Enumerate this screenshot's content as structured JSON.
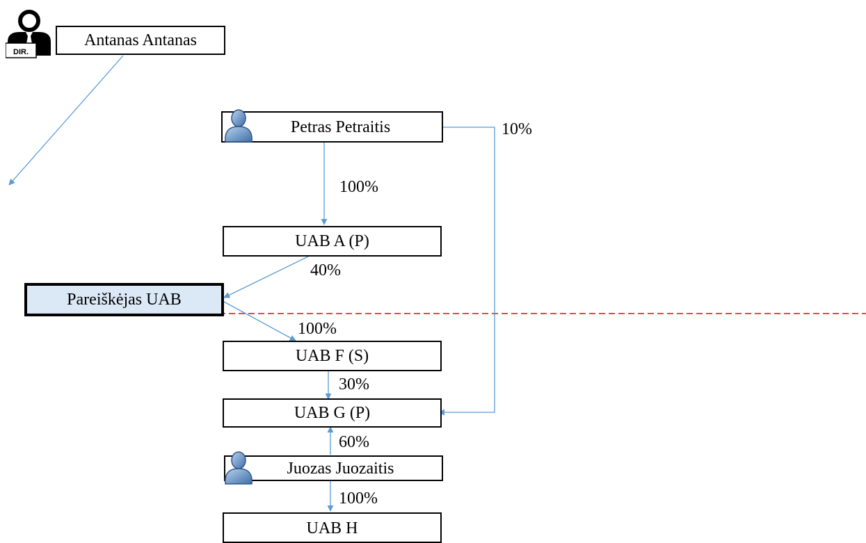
{
  "entities": {
    "director": "Antanas Antanas",
    "petras": "Petras Petraitis",
    "uab_a": "UAB A (P)",
    "applicant": "Pareiškėjas UAB",
    "uab_f": "UAB F (S)",
    "uab_g": "UAB G (P)",
    "juozas": "Juozas Juozaitis",
    "uab_h": "UAB H"
  },
  "icons": {
    "director_badge_text": "DIR.",
    "director": "director-person-icon",
    "person": "person-icon"
  },
  "edges": {
    "petras_to_uab_a": "100%",
    "petras_to_uab_g": "10%",
    "uab_a_to_applicant": "40%",
    "applicant_to_uab_f": "100%",
    "uab_f_to_uab_g": "30%",
    "juozas_to_uab_g": "60%",
    "juozas_to_uab_h": "100%"
  },
  "colors": {
    "arrow": "#5b9bd5",
    "boundary_line": "#ff0000",
    "applicant_fill": "#dbe8f5"
  }
}
